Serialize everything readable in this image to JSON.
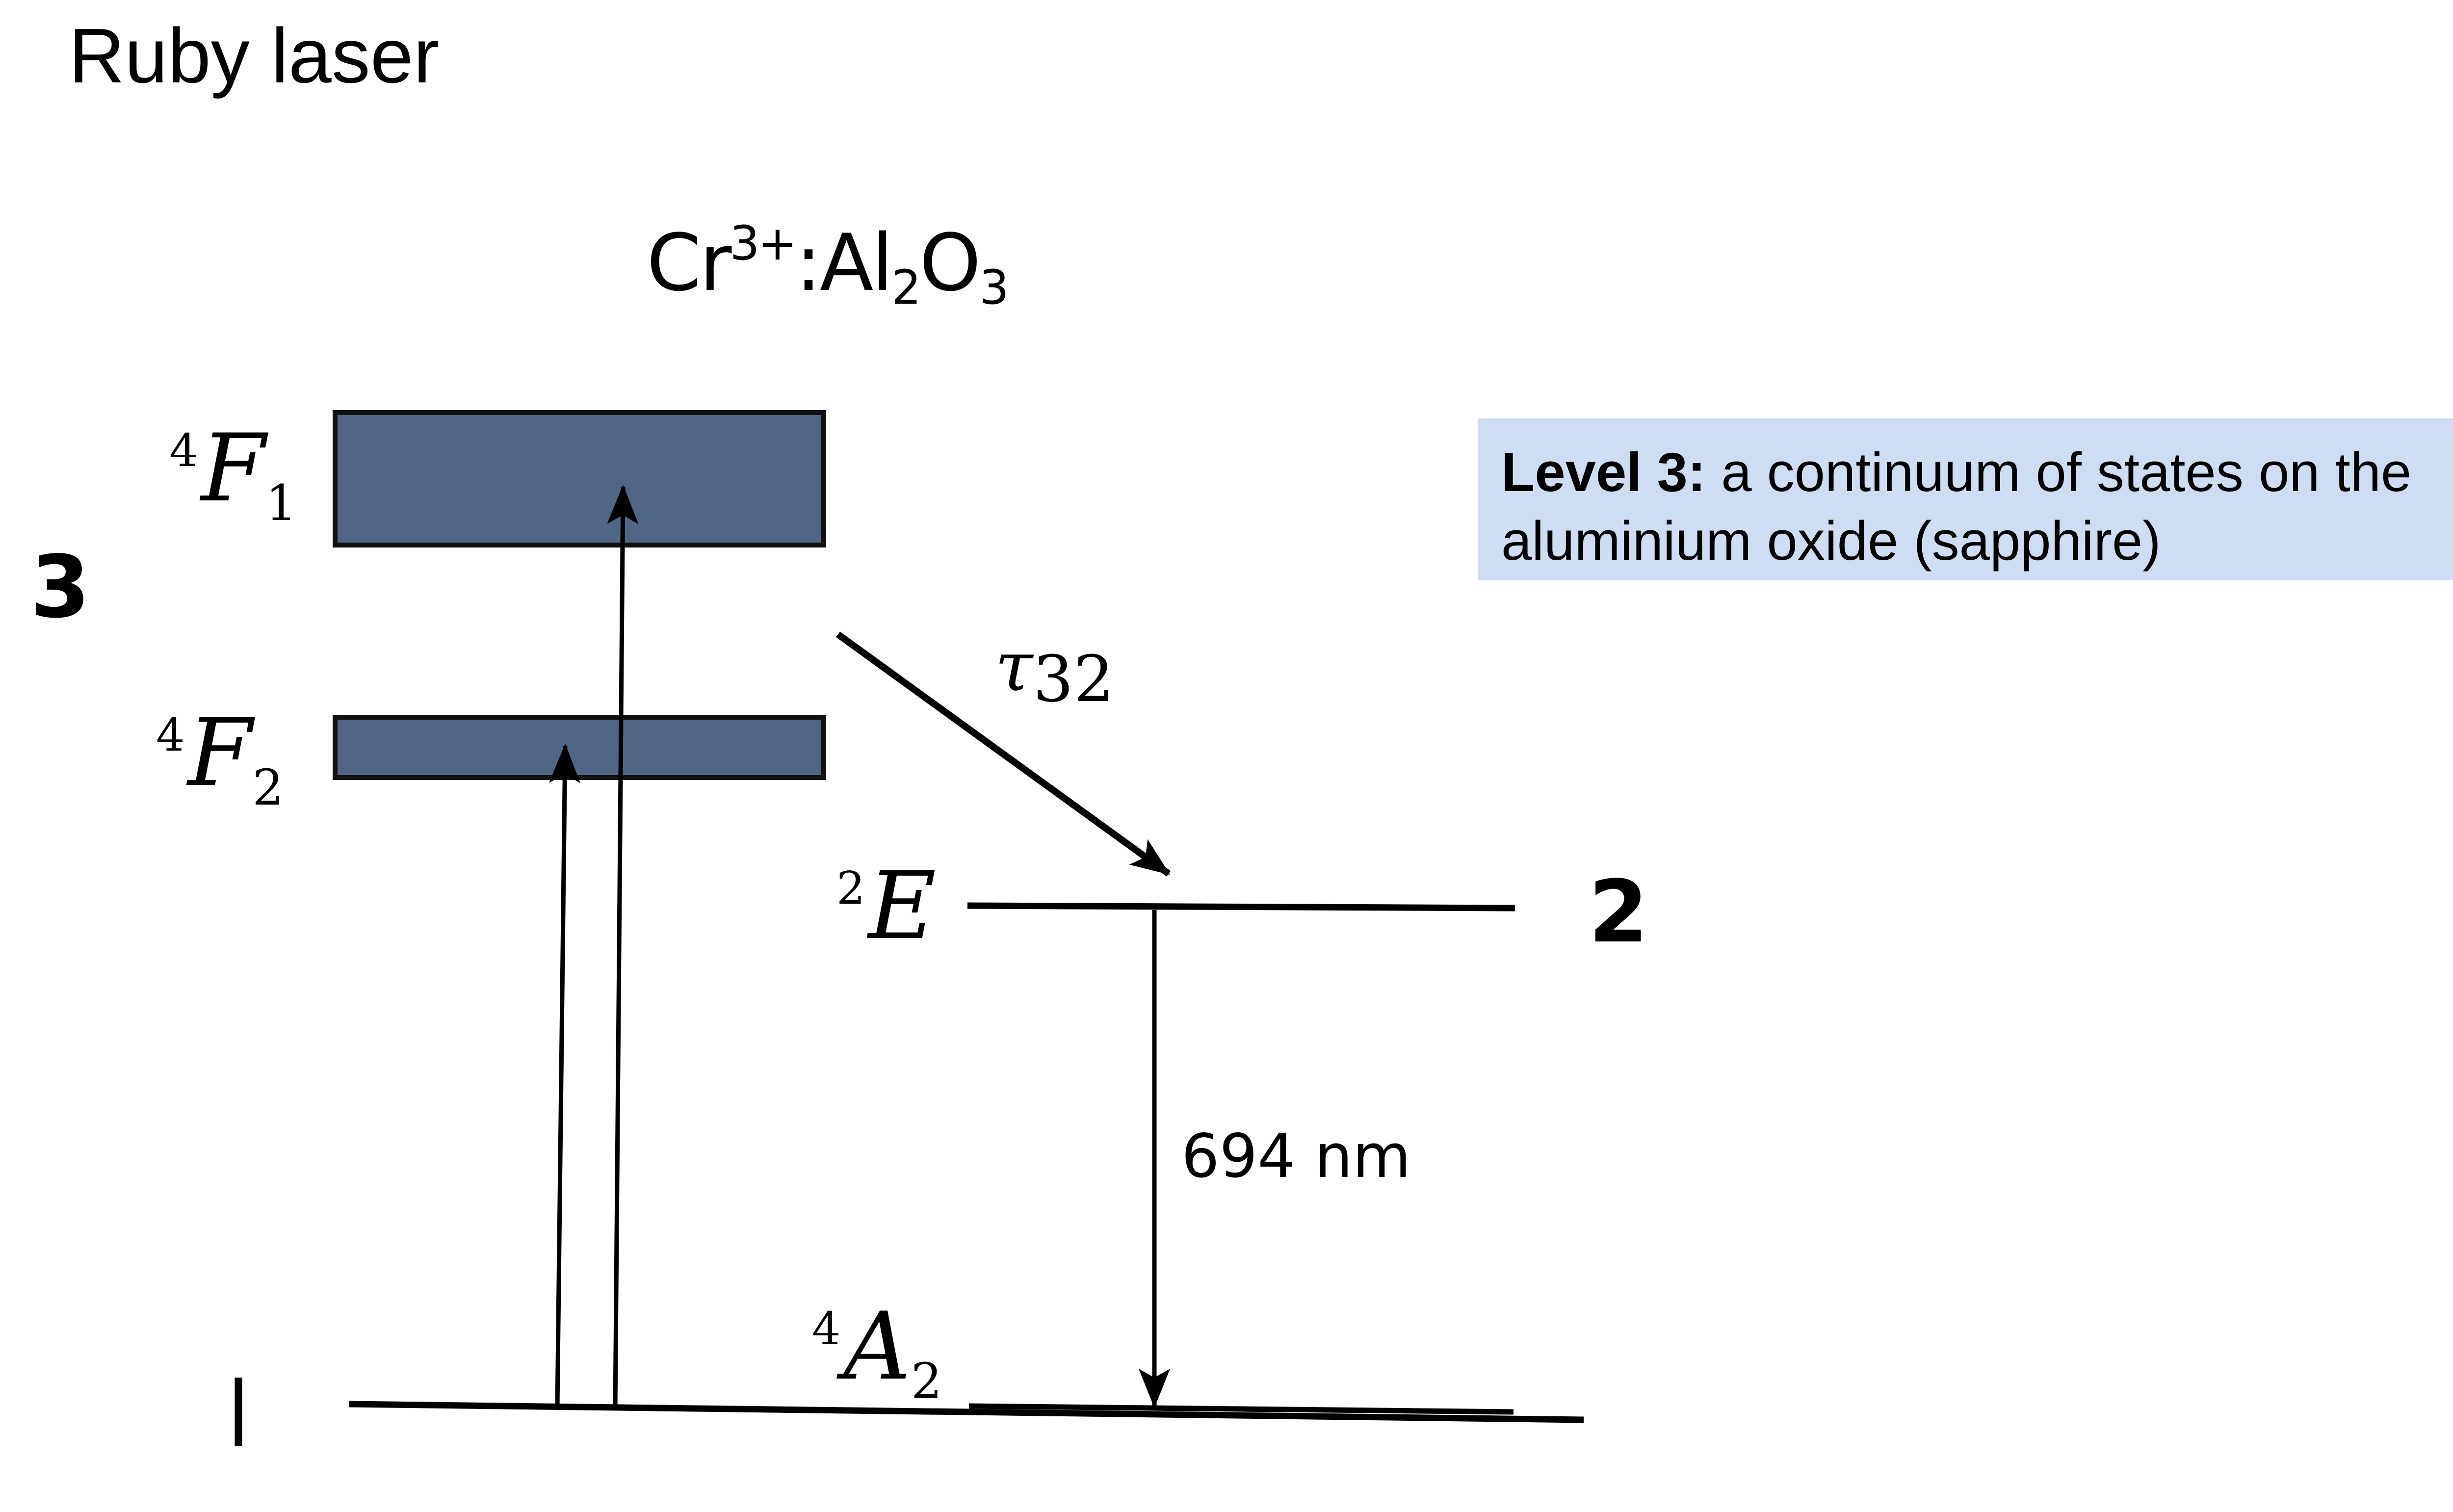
{
  "slide": {
    "title": "Ruby laser"
  },
  "diagram": {
    "formula": {
      "element": "Cr",
      "charge": "3+",
      "separator": ":",
      "host_a": "Al",
      "host_a_sub": "2",
      "host_b": "O",
      "host_b_sub": "3"
    },
    "levels": {
      "f1": {
        "multiplicity": "4",
        "symbol": "F",
        "subscript": "1"
      },
      "f2": {
        "multiplicity": "4",
        "symbol": "F",
        "subscript": "2"
      },
      "e": {
        "multiplicity": "2",
        "symbol": "E"
      },
      "a2": {
        "multiplicity": "4",
        "symbol": "A",
        "subscript": "2"
      }
    },
    "level_numbers": {
      "upper": "3",
      "middle": "2",
      "ground": "1"
    },
    "transitions": {
      "decay_symbol": "τ",
      "decay_subscript": "32",
      "emission_label": "694 nm"
    },
    "colors": {
      "band_fill": "#506684",
      "band_border": "#111111",
      "info_box_bg": "#cfddf3",
      "line": "#000000"
    }
  },
  "info_box": {
    "bold_prefix": "Level 3:",
    "text": " a continuum of states on the aluminium oxide (sapphire)"
  }
}
